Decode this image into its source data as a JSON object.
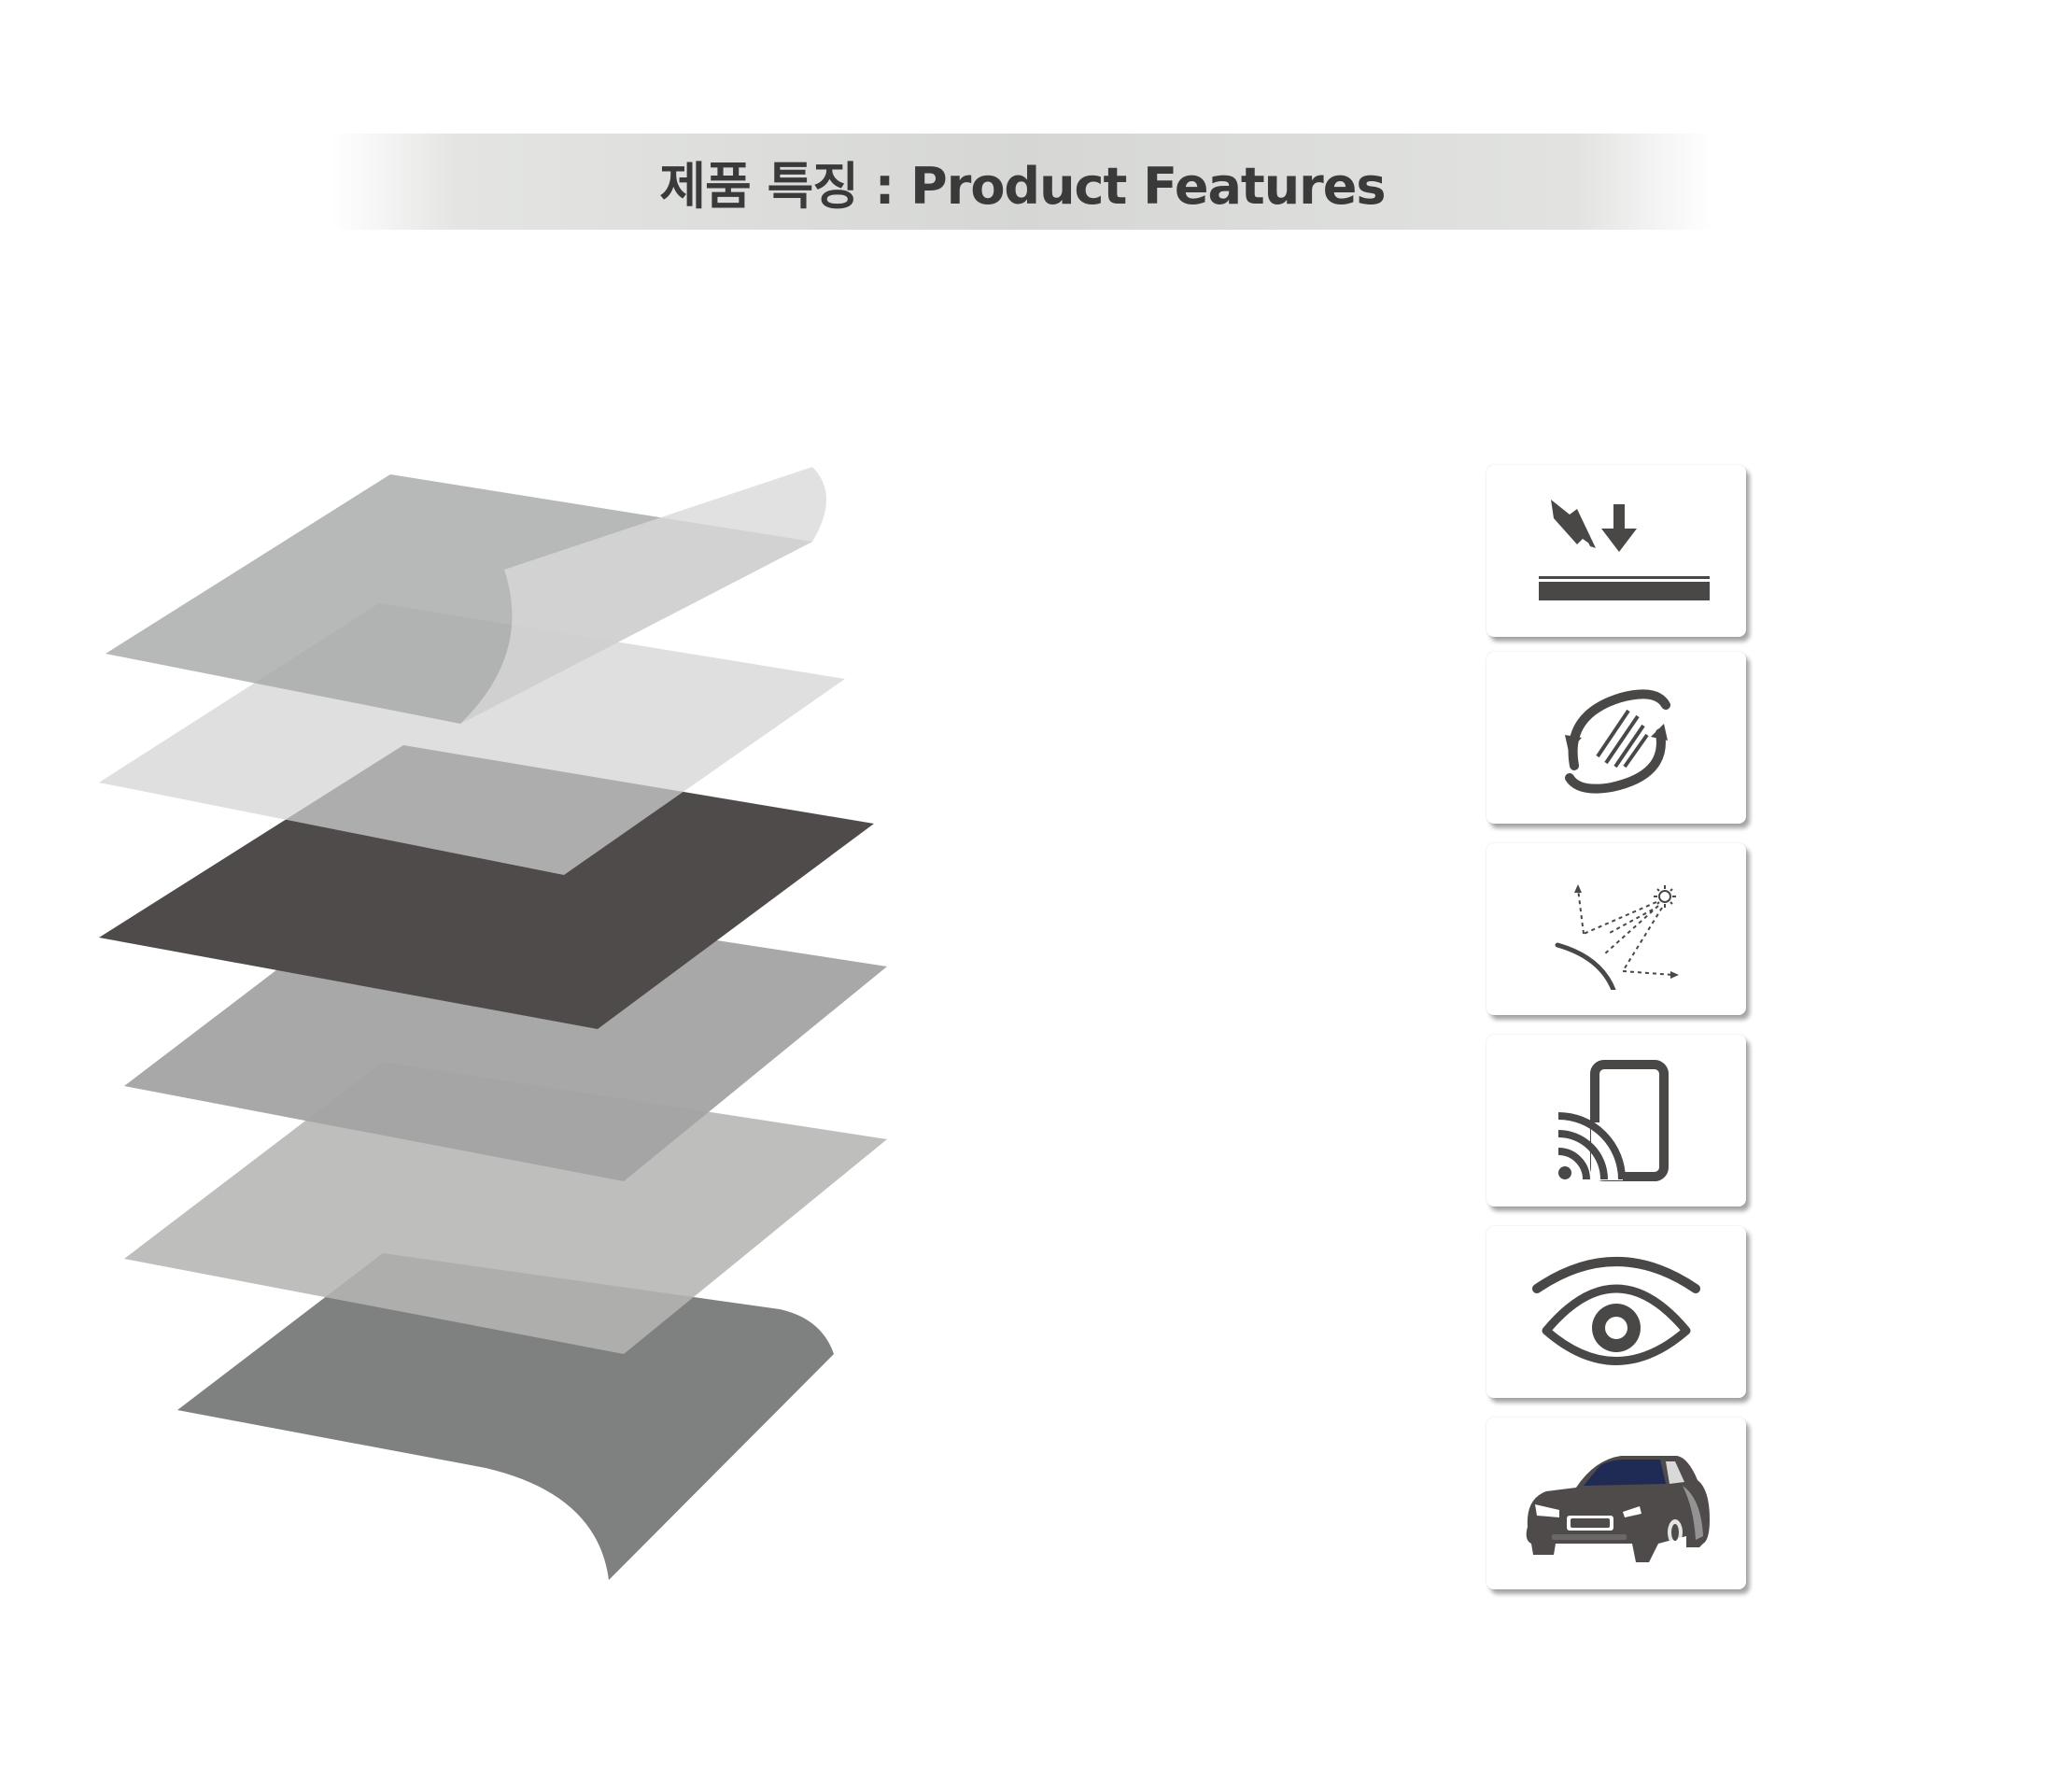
{
  "title": "제품 특징 : Product Features",
  "colors": {
    "icon_dark": "#4a4747",
    "layer_black": "#4f4b4b",
    "car_window": "#1f2a55",
    "title_text": "#3a3a3a"
  },
  "illustration": {
    "description_name": "layered-film-stack",
    "layer_count": 6
  },
  "feature_icons": [
    {
      "icon": "impact-protection-icon"
    },
    {
      "icon": "scratch-resistant-icon"
    },
    {
      "icon": "light-reflection-icon"
    },
    {
      "icon": "phone-signal-icon"
    },
    {
      "icon": "eye-visibility-icon"
    },
    {
      "icon": "car-icon"
    }
  ]
}
